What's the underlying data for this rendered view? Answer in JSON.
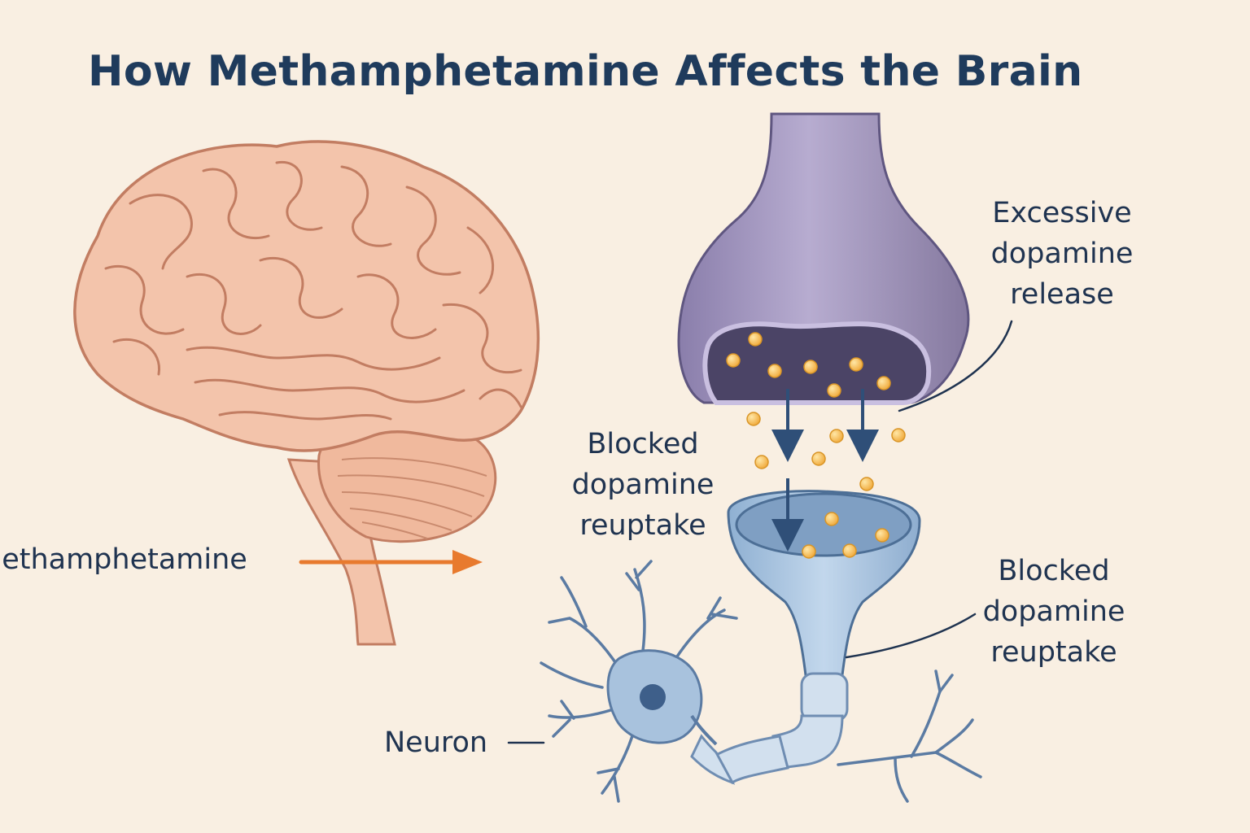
{
  "title": "How Methamphetamine Affects the Brain",
  "labels": {
    "excessive_release": [
      "Excessive",
      "dopamine",
      "release"
    ],
    "blocked_reuptake_left": [
      "Blocked",
      "dopamine",
      "reuptake"
    ],
    "blocked_reuptake_right": [
      "Blocked",
      "dopamine",
      "reuptake"
    ],
    "methamphetamine": "Methamphetamine",
    "neuron": "Neuron"
  },
  "colors": {
    "background": "#f9efe2",
    "title": "#1f3b5c",
    "brain_fill": "#f3c4ab",
    "brain_stroke": "#c27d62",
    "terminal": "#9e92bb",
    "receptor": "#a3bfdb",
    "dopamine": "#f6bd4a",
    "arrow_blue": "#2f4f78",
    "arrow_orange": "#e87a2e"
  }
}
